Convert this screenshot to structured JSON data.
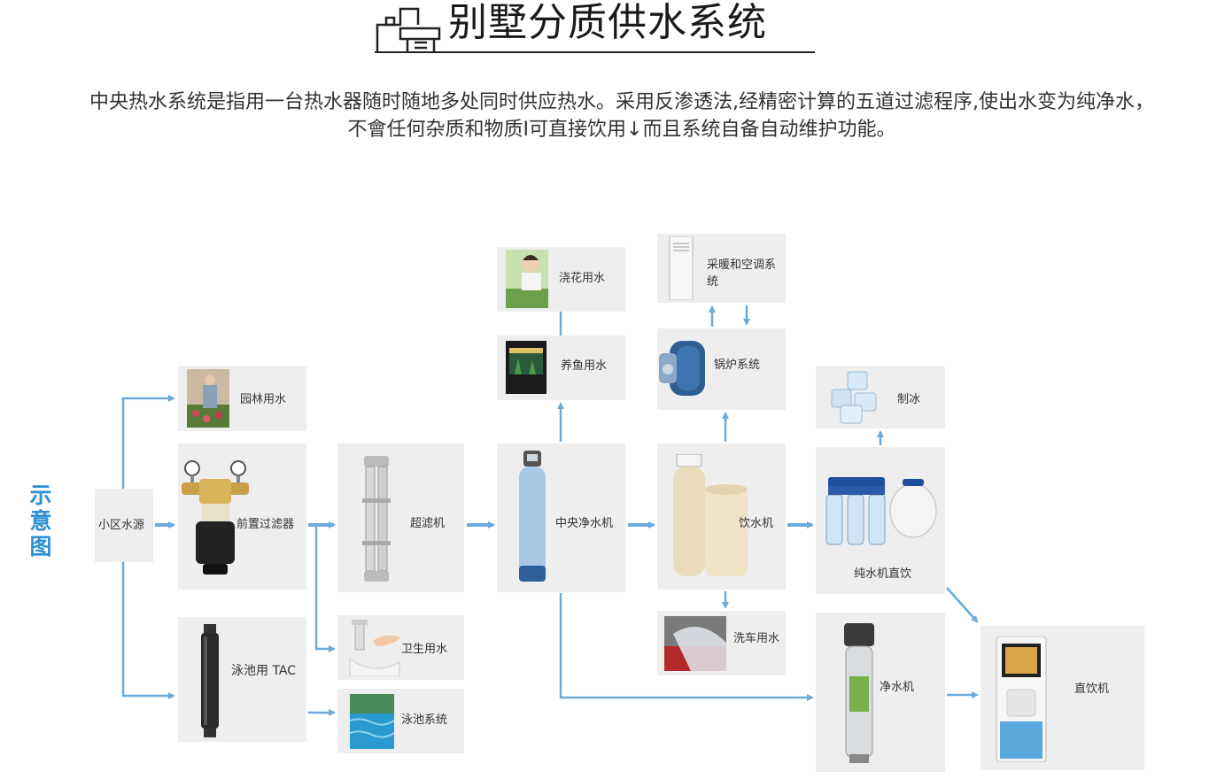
{
  "header": {
    "title": "别墅分质供水系统",
    "description_line1": "中央热水系统是指用一台热水器随时随地多处同时供应热水。采用反渗透法,经精密计算的五道过滤程序,使出水变为纯净水，",
    "description_line2": "不會任何杂质和物质I可直接饮用↓而且系统自备自动维护功能。"
  },
  "side_label": "示意图",
  "nodes": {
    "community_water": "小区水源",
    "garden_water": "园林用水",
    "pre_filter": "前置过滤器",
    "pool_tac": "泳池用 TAC",
    "ultrafilter": "超滤机",
    "sanitary_water": "卫生用水",
    "pool_system": "泳池系统",
    "central_purifier": "中央净水机",
    "watering_flowers": "浇花用水",
    "fish_farming": "养鱼用水",
    "heating_ac": "采暖和空调系统",
    "boiler_system": "锅炉系统",
    "softener": "饮水机",
    "car_wash": "洗车用水",
    "ice_making": "制冰",
    "ro_direct": "纯水机直饮",
    "water_purifier": "净水机",
    "direct_drinking": "直饮机"
  },
  "colors": {
    "arrow": "#6aabdb",
    "side_label": "#2b8fd1",
    "box": "#eeeeee"
  }
}
